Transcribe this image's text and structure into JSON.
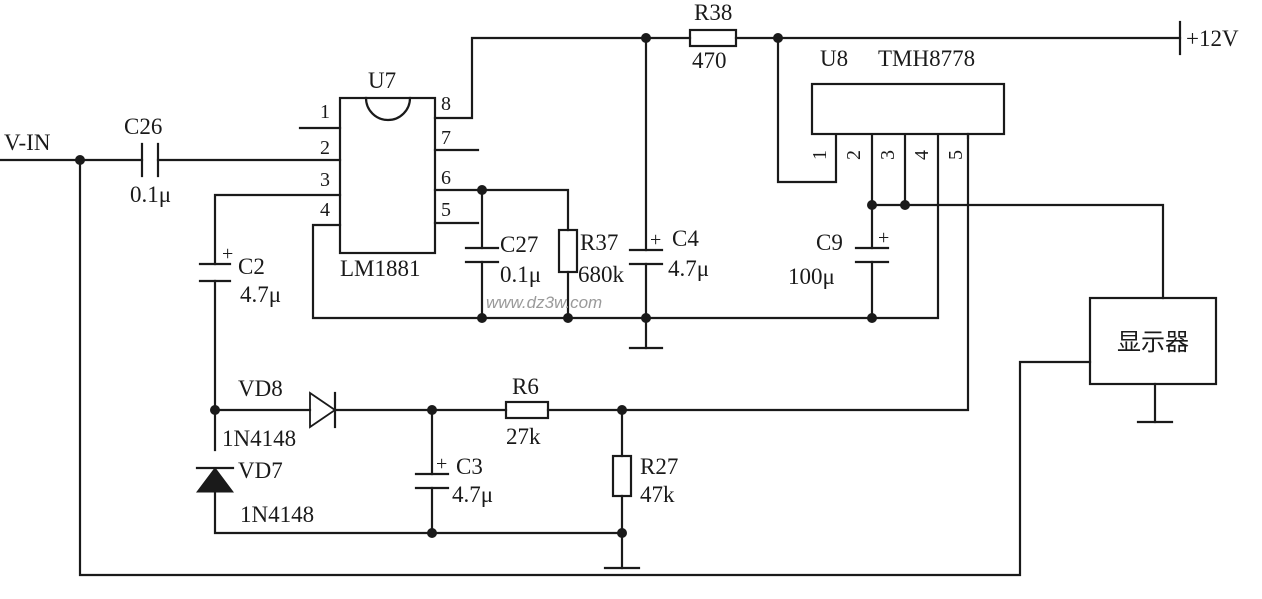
{
  "input": {
    "label": "V-IN"
  },
  "supply": {
    "label": "+12V"
  },
  "u7": {
    "ref": "U7",
    "part": "LM1881",
    "pins": [
      "1",
      "2",
      "3",
      "4",
      "5",
      "6",
      "7",
      "8"
    ]
  },
  "u8": {
    "ref": "U8",
    "part": "TMH8778",
    "pins": [
      "1",
      "2",
      "3",
      "4",
      "5"
    ]
  },
  "components": {
    "c26": {
      "ref": "C26",
      "value": "0.1μ"
    },
    "c2": {
      "ref": "C2",
      "value": "4.7μ"
    },
    "c27": {
      "ref": "C27",
      "value": "0.1μ"
    },
    "r37": {
      "ref": "R37",
      "value": "680k"
    },
    "c4": {
      "ref": "C4",
      "value": "4.7μ"
    },
    "r38": {
      "ref": "R38",
      "value": "470"
    },
    "c9": {
      "ref": "C9",
      "value": "100μ"
    },
    "vd8": {
      "ref": "VD8",
      "part": "1N4148"
    },
    "vd7": {
      "ref": "VD7",
      "part": "1N4148"
    },
    "r6": {
      "ref": "R6",
      "value": "27k"
    },
    "c3": {
      "ref": "C3",
      "value": "4.7μ"
    },
    "r27": {
      "ref": "R27",
      "value": "47k"
    }
  },
  "display": {
    "label": "显示器"
  },
  "watermark": "www.dz3w.com",
  "polarity": "+"
}
